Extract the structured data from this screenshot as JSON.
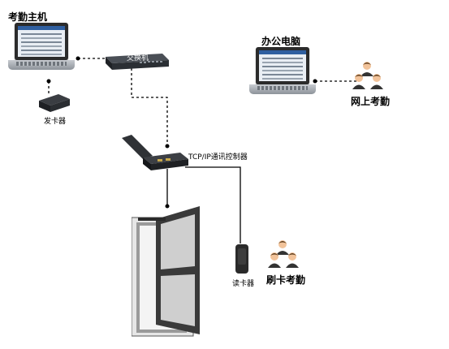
{
  "labels": {
    "attendance_host": "考勤主机",
    "switch": "交换机",
    "card_issuer": "发卡器",
    "office_computer": "办公电脑",
    "online_attendance": "网上考勤",
    "controller": "TCP/IP通讯控制器",
    "card_reader": "读卡器",
    "swipe_attendance": "刷卡考勤"
  },
  "colors": {
    "line": "#000000",
    "device_dark": "#2a2a2a",
    "door_frame": "#3a3a3a",
    "door_glass": "#d6d6d6"
  },
  "icons": [
    "laptop-icon",
    "network-switch-icon",
    "card-issuer-icon",
    "access-controller-icon",
    "door-icon",
    "card-reader-icon",
    "people-icon"
  ]
}
